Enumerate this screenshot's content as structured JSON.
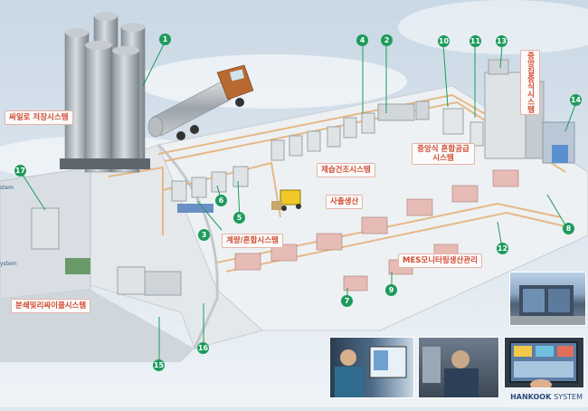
{
  "brand": {
    "name": "HANKOOK",
    "suffix": "SYSTEM"
  },
  "edge_texts": {
    "left_top": "stem",
    "left_mid": "ystem"
  },
  "labels": {
    "silo": "싸일로 저장시스템",
    "central": "중앙집중식시스템",
    "dryer": "제습건조시스템",
    "mixing": "중앙식 혼합공급시스템",
    "weighing": "계량/혼합시스템",
    "resin": "사출생산",
    "auto": "MES모니터링생산관리",
    "crusher": "분쇄및리싸이클시스템"
  },
  "numbers": [
    "1",
    "2",
    "3",
    "4",
    "5",
    "6",
    "7",
    "8",
    "9",
    "10",
    "11",
    "12",
    "13",
    "14",
    "15",
    "16",
    "17"
  ],
  "colors": {
    "badge": "#1d9b5c",
    "label_text": "#d24b32",
    "floor": "#eef1f3",
    "pipe": "#e5b37c",
    "machine": "#e8bcb6"
  }
}
